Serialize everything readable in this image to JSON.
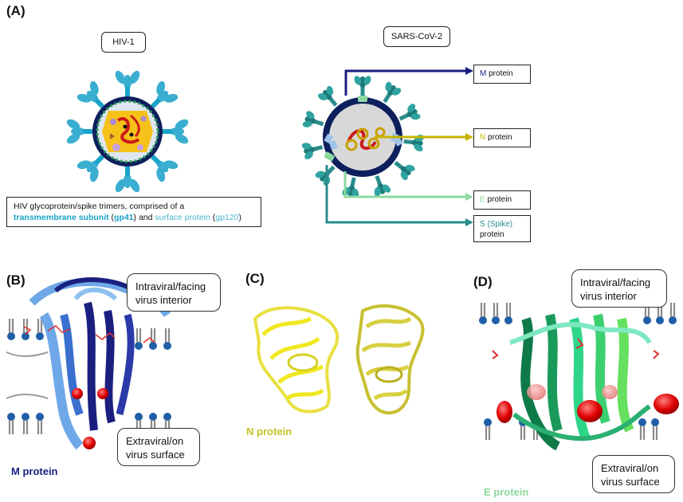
{
  "panels": {
    "a": "(A)",
    "b": "(B)",
    "c": "(C)",
    "d": "(D)"
  },
  "hiv": {
    "name": "HIV-1",
    "legend_line1": "HIV glycoprotein/spike trimers, comprised of a",
    "legend_tm": "transmembrane subunit",
    "legend_gp41_open": " (",
    "legend_gp41": "gp41",
    "legend_mid": ") and ",
    "legend_surface": "surface protein",
    "legend_gp120_open": " (",
    "legend_gp120": "gp120",
    "legend_close": ")"
  },
  "sars": {
    "name": "SARS-CoV-2",
    "m_letter": "M",
    "m_rest": " protein",
    "n_letter": "N",
    "n_rest": " protein",
    "e_letter": "E",
    "e_rest": " protein",
    "s_letter": "S (Spike)",
    "s_rest": "protein"
  },
  "panel_b": {
    "intra": "Intraviral/facing virus interior",
    "extra": "Extraviral/on virus surface",
    "caption": "M protein"
  },
  "panel_c": {
    "caption": "N protein"
  },
  "panel_d": {
    "intra": "Intraviral/facing virus interior",
    "extra": "Extraviral/on virus surface",
    "caption": "E protein"
  },
  "colors": {
    "m": "#1a1f80",
    "n": "#c8b400",
    "e": "#8ed9a0",
    "s": "#2a8c8c",
    "hiv_cyan": "#1aa3c8",
    "membrane_blue": "#1f5fa8",
    "lipid_grey": "#8a8a8a"
  }
}
